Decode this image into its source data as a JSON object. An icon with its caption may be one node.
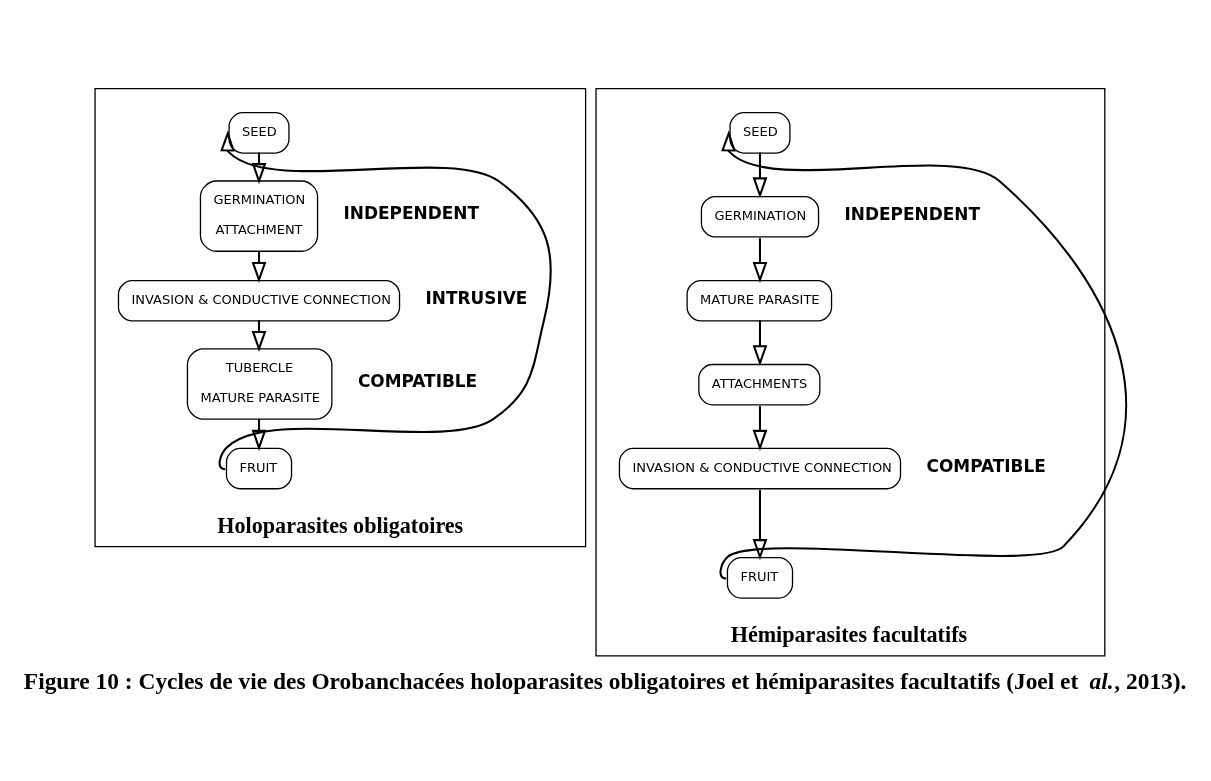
{
  "diagram": {
    "caption": "Figure 10 : Cycles de vie des Orobanchacées holoparasites obligatoires et hémiparasites facultatifs (Joel et *al.*, 2013).",
    "nodes": [
      {
        "text": [
          "Holoparasites obligatoires"
        ]
      },
      {
        "text": [
          "SEED"
        ],
        "in": 0
      },
      {
        "text": [
          "GERMINATION",
          "ATTACHMENT"
        ],
        "in": 0,
        "beside": [
          "INDEPENDENT"
        ]
      },
      {
        "text": [
          "INVASION & CONDUCTIVE CONNECTION"
        ],
        "in": 0,
        "beside": [
          "INTRUSIVE"
        ]
      },
      {
        "text": [
          "TUBERCLE",
          "MATURE PARASITE"
        ],
        "in": 0,
        "beside": [
          "COMPATIBLE"
        ]
      },
      {
        "text": [
          "FRUIT"
        ],
        "in": 0
      },
      {
        "text": [
          "Hémiparasites facultatifs"
        ]
      },
      {
        "text": [
          "SEED"
        ],
        "in": 6
      },
      {
        "text": [
          "GERMINATION"
        ],
        "in": 6,
        "beside": [
          "INDEPENDENT"
        ]
      },
      {
        "text": [
          "MATURE PARASITE"
        ],
        "in": 6
      },
      {
        "text": [
          "ATTACHMENTS"
        ],
        "in": 6
      },
      {
        "text": [
          "INVASION & CONDUCTIVE CONNECTION"
        ],
        "in": 6,
        "beside": [
          "COMPATIBLE"
        ]
      },
      {
        "text": [
          "FRUIT"
        ],
        "in": 6
      }
    ],
    "edges": [
      {
        "from": 1,
        "to": 2,
        "arrow": "to"
      },
      {
        "from": 2,
        "to": 3,
        "arrow": "to"
      },
      {
        "from": 3,
        "to": 4,
        "arrow": "to"
      },
      {
        "from": 4,
        "to": 5,
        "arrow": "to"
      },
      {
        "from": 5,
        "to": 1,
        "arrow": "to"
      },
      {
        "from": 7,
        "to": 8,
        "arrow": "to"
      },
      {
        "from": 8,
        "to": 9,
        "arrow": "to"
      },
      {
        "from": 9,
        "to": 10,
        "arrow": "to"
      },
      {
        "from": 10,
        "to": 11,
        "arrow": "to"
      },
      {
        "from": 11,
        "to": 12,
        "arrow": "to"
      },
      {
        "from": 12,
        "to": 7,
        "arrow": "to"
      }
    ]
  }
}
